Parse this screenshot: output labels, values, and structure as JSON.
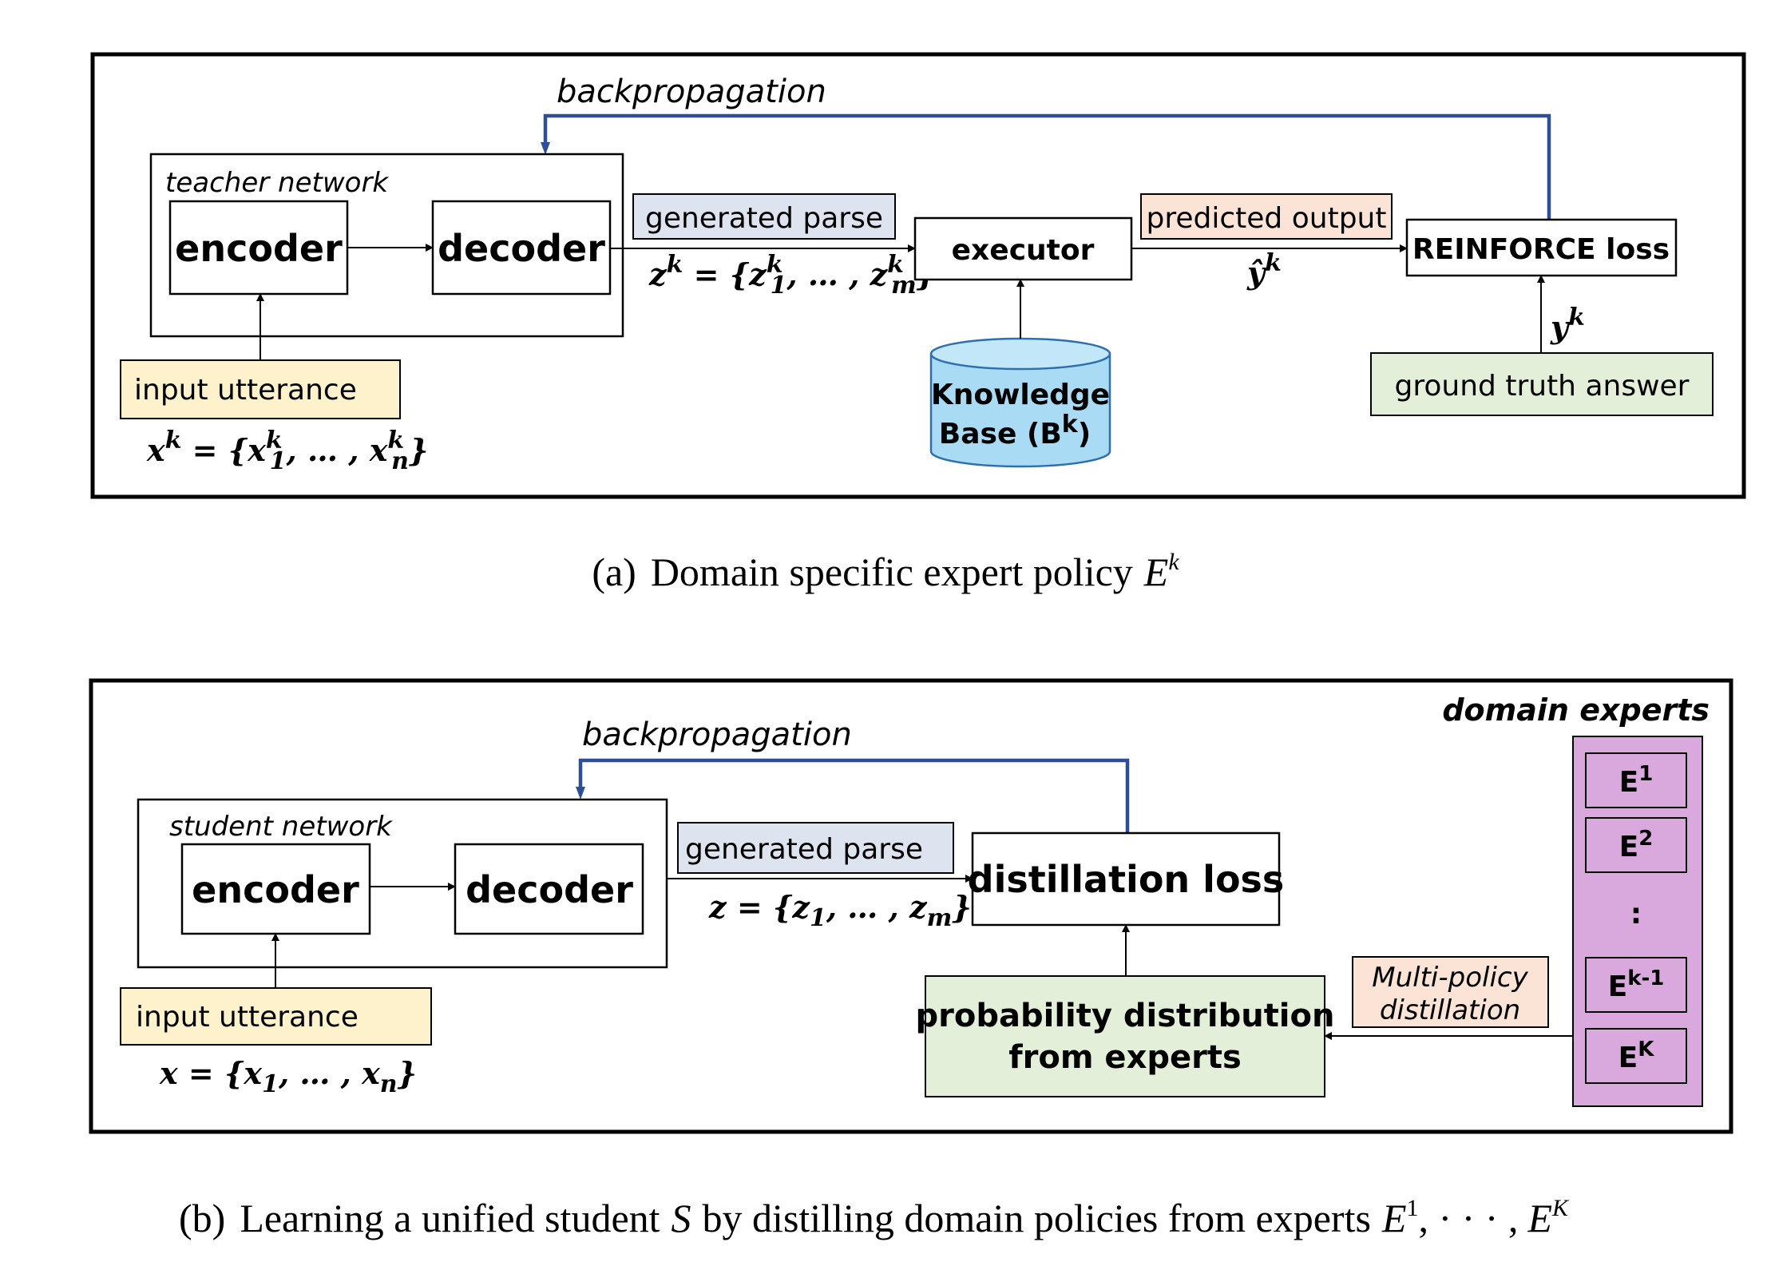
{
  "panel_a": {
    "backprop_label": "backpropagation",
    "teacher_label": "teacher network",
    "encoder_label": "encoder",
    "decoder_label": "decoder",
    "generated_parse_label": "generated parse",
    "executor_label": "executor",
    "predicted_output_label": "predicted output",
    "reinforce_label": "REINFORCE loss",
    "input_label": "input utterance",
    "kb_line1": "Knowledge",
    "kb_line2": "Base (B",
    "kb_sup": "k",
    "kb_close": ")",
    "ground_truth_label": "ground truth answer",
    "x_math": "x",
    "z_math": "z",
    "y_hat": "ŷ",
    "y_label": "y",
    "sup_k": "k",
    "sub_1": "1",
    "sub_n": "n",
    "sub_m": "m",
    "eq": " = {",
    "ellipsis": ", … , ",
    "close_brace": "}",
    "caption_prefix": "(a)",
    "caption_text": "Domain specific expert policy",
    "caption_math": "E",
    "caption_sup": "k"
  },
  "panel_b": {
    "backprop_label": "backpropagation",
    "domain_experts_label": "domain experts",
    "student_label": "student network",
    "encoder_label": "encoder",
    "decoder_label": "decoder",
    "generated_parse_label": "generated parse",
    "distill_label": "distillation loss",
    "input_label": "input utterance",
    "prob_line1": "probability distribution",
    "prob_line2": "from experts",
    "mp_line1": "Multi-policy",
    "mp_line2": "distillation",
    "experts": [
      {
        "base": "E",
        "sup": "1"
      },
      {
        "base": "E",
        "sup": "2"
      },
      {
        "base": ":",
        "sup": ""
      },
      {
        "base": "E",
        "sup": "k-1"
      },
      {
        "base": "E",
        "sup": "K"
      }
    ],
    "x_math": "x",
    "z_math": "z",
    "sub_1": "1",
    "sub_n": "n",
    "sub_m": "m",
    "eq": " = {",
    "ellipsis": ", … , ",
    "close_brace": "}",
    "caption_prefix": "(b)",
    "caption_text_1": "Learning a unified student",
    "caption_S": "S",
    "caption_text_2": "by distilling domain policies from experts",
    "caption_E": "E",
    "caption_sup_1": "1",
    "caption_sep": ", · · · ,",
    "caption_sup_K": "K"
  },
  "colors": {
    "backprop": "#2f4e97",
    "parse_fill": "#dde4f0",
    "predicted_fill": "#fbe4d6",
    "input_fill": "#fdf2cc",
    "kb_fill": "#a9dcf4",
    "kb_stroke": "#2e6fb0",
    "ground_truth_fill": "#e3efd9",
    "prob_fill": "#e3efd9",
    "multipolicy_fill": "#fbe4d6",
    "experts_fill": "#d9a9dd"
  }
}
